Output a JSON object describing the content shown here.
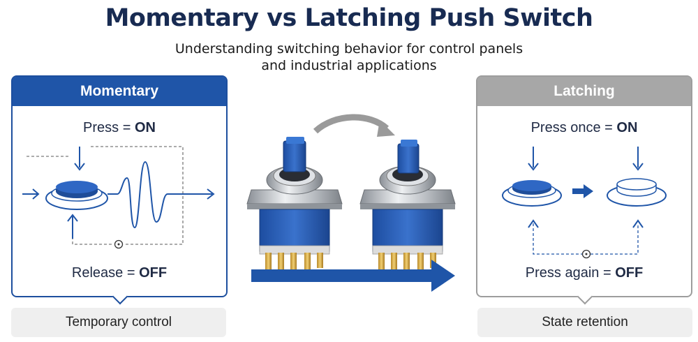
{
  "title": "Momentary vs Latching Push Switch",
  "subtitle": "Understanding switching behavior for control panels and industrial applications",
  "momentary": {
    "header": "Momentary",
    "press_label": "Press = ",
    "press_state": "ON",
    "release_label": "Release = ",
    "release_state": "OFF",
    "footer": "Temporary control"
  },
  "latching": {
    "header": "Latching",
    "press_label": "Press once = ",
    "press_state": "ON",
    "again_label": "Press again = ",
    "again_state": "OFF",
    "footer": "State retention"
  },
  "colors": {
    "accent_blue": "#1f55a8",
    "header_gray": "#a7a7a7",
    "switch_blue": "#2f67c4"
  },
  "icons": [
    "down-arrow-icon",
    "up-arrow-icon",
    "right-arrow-icon",
    "waveform-icon",
    "push-button-icon",
    "curved-arrow-icon",
    "toggle-switch-icon"
  ]
}
